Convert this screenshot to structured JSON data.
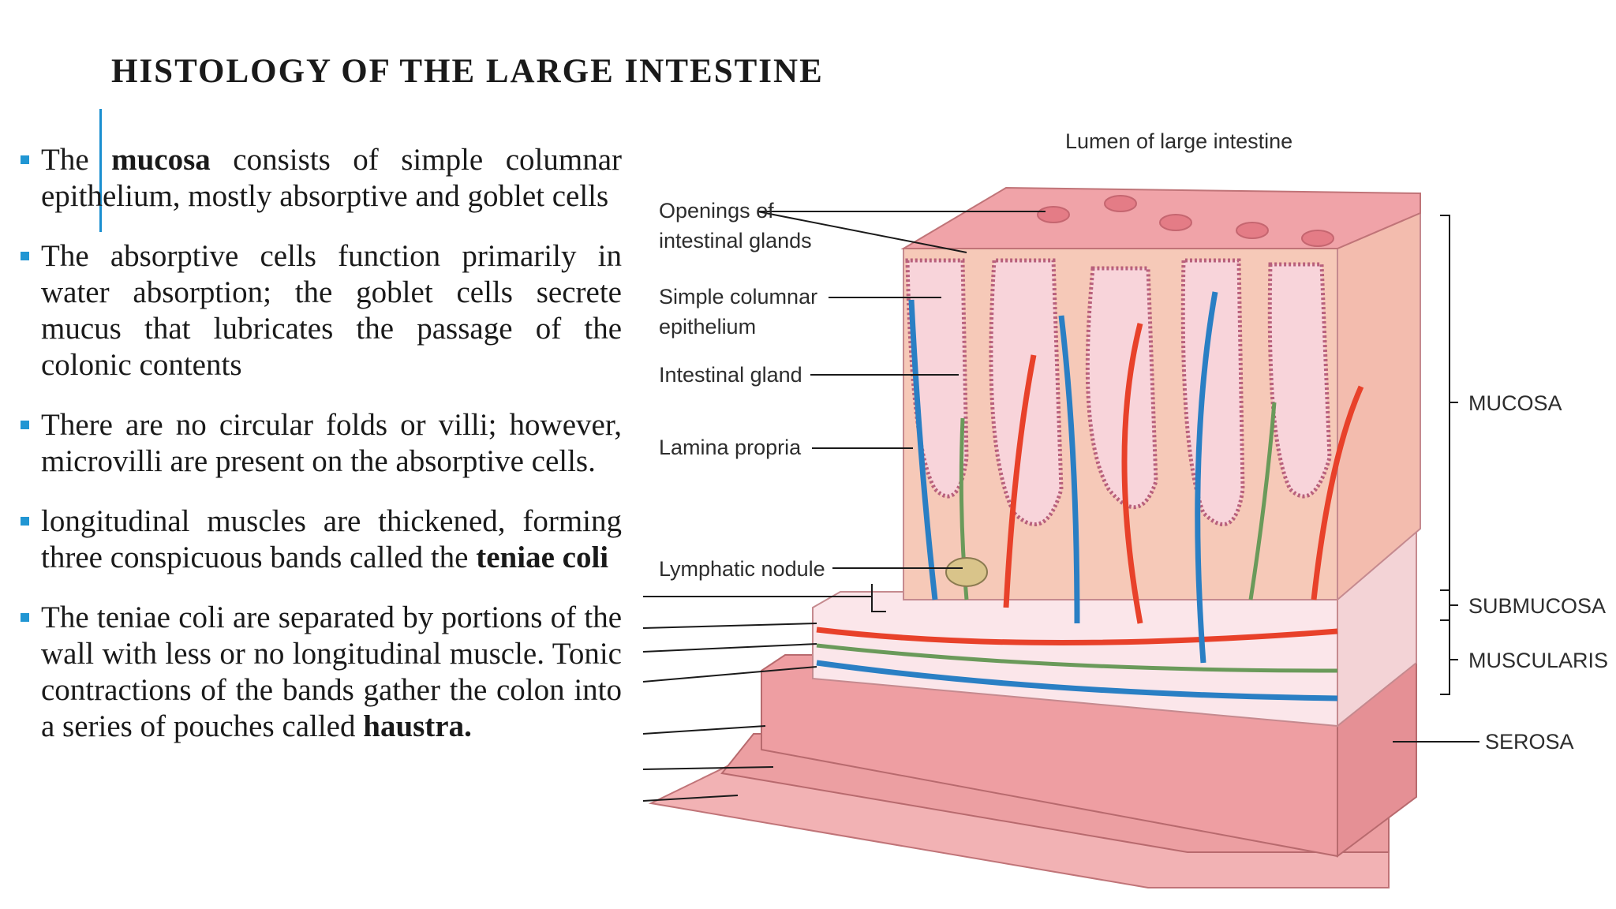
{
  "slide": {
    "title": "HISTOLOGY OF THE LARGE INTESTINE",
    "bullets": [
      {
        "parts": [
          "The ",
          "mucosa",
          " consists of simple columnar epithelium, mostly absorptive and goblet cells"
        ]
      },
      {
        "text": "The absorptive cells function primarily in water absorption; the goblet cells secrete mucus that lubricates the passage of the colonic contents"
      },
      {
        "text": "There are no circular folds or villi; however, microvilli are present on the absorptive cells."
      },
      {
        "parts": [
          "longitudinal muscles are thickened, forming three conspicuous bands called the ",
          "teniae coli",
          ""
        ]
      },
      {
        "parts": [
          "The teniae coli are separated by portions of the wall with less or no longitudinal muscle. Tonic contractions of the bands gather the colon into a series of pouches called ",
          "haustra.",
          ""
        ]
      }
    ]
  },
  "diagram": {
    "labels": {
      "lumen": "Lumen of large intestine",
      "openings_1": "Openings of",
      "openings_2": "intestinal glands",
      "epithelium_1": "Simple columnar",
      "epithelium_2": "epithelium",
      "gland": "Intestinal gland",
      "lamina": "Lamina propria",
      "nodule": "Lymphatic nodule",
      "mucosa": "MUCOSA",
      "submucosa": "SUBMUCOSA",
      "muscularis": "MUSCULARIS",
      "serosa": "SEROSA"
    },
    "colors": {
      "mucosa_surface": "#f0a3a8",
      "lamina": "#f6c9b8",
      "artery": "#e8412a",
      "vein": "#2a7fc4",
      "lymph": "#6a9a5a",
      "muscle": "#e89a9c",
      "bullet": "#2196d3"
    }
  }
}
